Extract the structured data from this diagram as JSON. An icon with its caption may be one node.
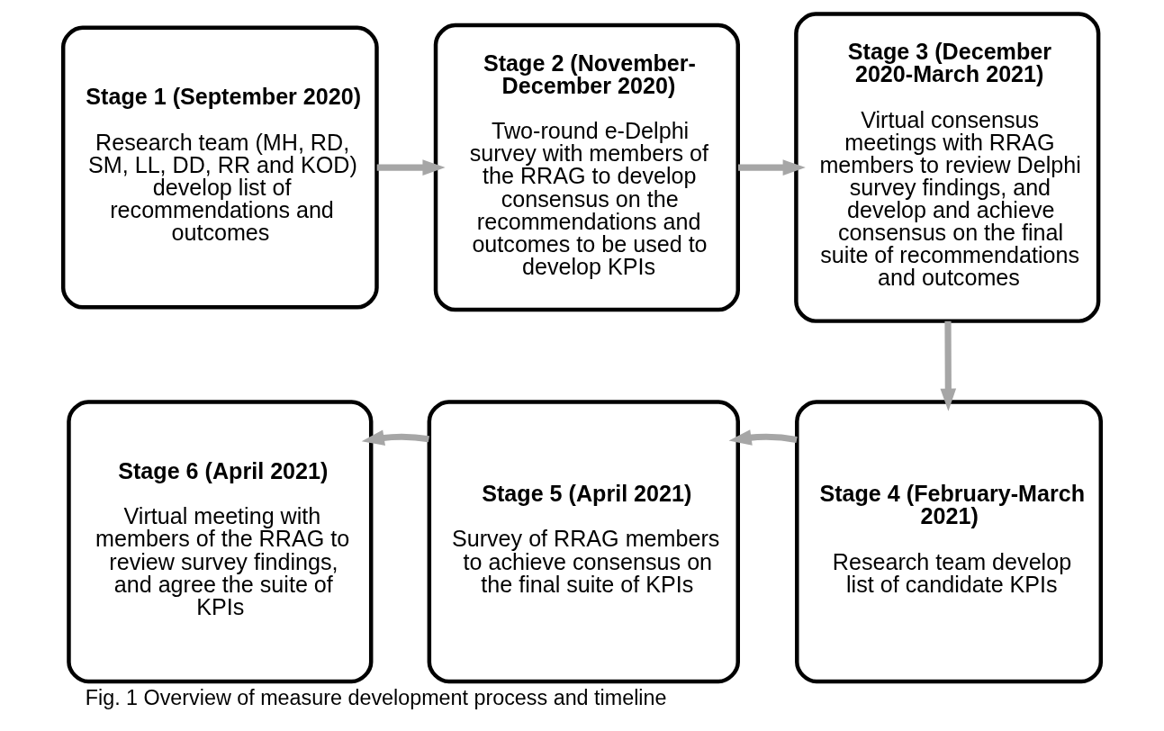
{
  "diagram": {
    "caption": "Fig. 1 Overview of measure development process and timeline",
    "nodes": [
      {
        "text": [
          "Stage 1 (September 2020)",
          "Research team (MH, RD, SM, LL, DD, RR and KOD) develop list of recommendations and outcomes"
        ]
      },
      {
        "text": [
          "Stage 2 (November-December 2020)",
          "Two-round e-Delphi survey with members of the RRAG to develop consensus on the recommendations and outcomes to be used to develop KPIs"
        ]
      },
      {
        "text": [
          "Stage 3 (December 2020-March 2021)",
          "Virtual consensus meetings with RRAG members to review Delphi survey findings, and develop and achieve consensus on the final suite of recommendations and outcomes"
        ]
      },
      {
        "text": [
          "Stage 4 (February-March 2021)",
          "Research team develop list of candidate KPIs"
        ]
      },
      {
        "text": [
          "Stage 5 (April 2021)",
          "Survey of RRAG members to achieve consensus on the final suite of KPIs"
        ]
      },
      {
        "text": [
          "Stage 6 (April 2021)",
          "Virtual meeting with members of the RRAG to review survey findings, and agree the suite of KPIs"
        ]
      }
    ],
    "edges": [
      {
        "from": 0,
        "to": 1,
        "arrow": "to"
      },
      {
        "from": 1,
        "to": 2,
        "arrow": "to"
      },
      {
        "from": 2,
        "to": 3,
        "arrow": "to"
      },
      {
        "from": 3,
        "to": 4,
        "arrow": "to"
      },
      {
        "from": 4,
        "to": 5,
        "arrow": "to"
      }
    ]
  }
}
